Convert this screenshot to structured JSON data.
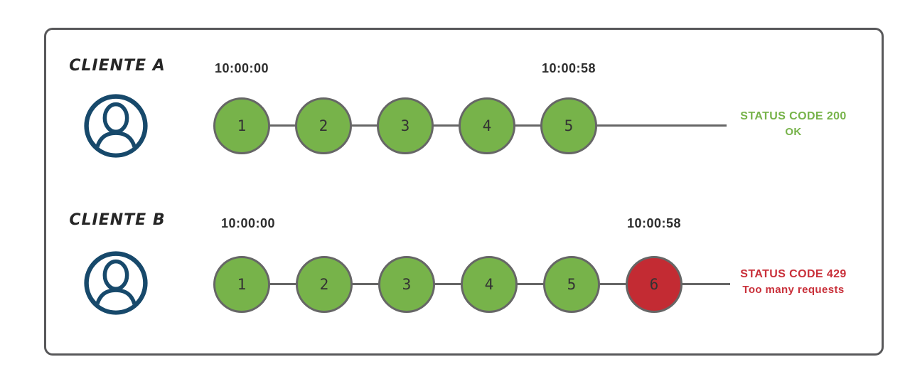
{
  "rows": [
    {
      "client_label": "CLIENTE A",
      "start_time": "10:00:00",
      "end_time": "10:00:58",
      "requests": [
        {
          "label": "1",
          "state": "ok"
        },
        {
          "label": "2",
          "state": "ok"
        },
        {
          "label": "3",
          "state": "ok"
        },
        {
          "label": "4",
          "state": "ok"
        },
        {
          "label": "5",
          "state": "ok"
        }
      ],
      "status": {
        "line1": "STATUS CODE 200",
        "line2": "OK",
        "tone": "ok"
      }
    },
    {
      "client_label": "CLIENTE B",
      "start_time": "10:00:00",
      "end_time": "10:00:58",
      "requests": [
        {
          "label": "1",
          "state": "ok"
        },
        {
          "label": "2",
          "state": "ok"
        },
        {
          "label": "3",
          "state": "ok"
        },
        {
          "label": "4",
          "state": "ok"
        },
        {
          "label": "5",
          "state": "ok"
        },
        {
          "label": "6",
          "state": "rate_limited"
        }
      ],
      "status": {
        "line1": "STATUS CODE 429",
        "line2": "Too many requests",
        "tone": "error"
      }
    }
  ],
  "icons": {
    "client_avatar": "user-avatar-icon"
  },
  "colors": {
    "success_green_fill": "#77b34a",
    "error_red_fill": "#c32b33",
    "status_green_text": "#77b34a",
    "status_red_text": "#c9303a",
    "circle_border_gray": "#666666",
    "connector_line_gray": "#666666",
    "avatar_navy": "#17496b",
    "frame_border_gray": "#58585a",
    "text_dark": "#2e2e2e"
  }
}
